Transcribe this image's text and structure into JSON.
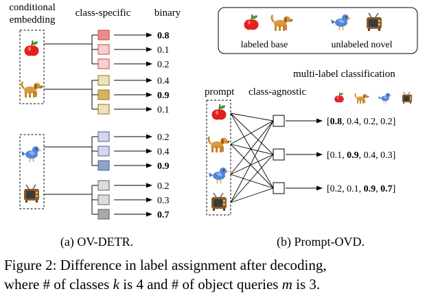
{
  "colors": {
    "red_box": "#ee8a8a",
    "red_edge": "#c04848",
    "gold_box": "#d6b458",
    "gold_edge": "#8e7420",
    "blue_box": "#8fa2c8",
    "blue_edge": "#4a5e8e",
    "gray_box": "#a8a8a8",
    "gray_edge": "#5e5e5e"
  },
  "icons": [
    "apple-icon",
    "dog-icon",
    "bird-icon",
    "tv-icon"
  ],
  "panel_a": {
    "heading_conditional": "conditional",
    "heading_embedding": "embedding",
    "heading_class_specific": "class-specific",
    "heading_binary": "binary",
    "groups": [
      {
        "icon": "apple-icon",
        "values": [
          "0.8",
          "0.1",
          "0.2"
        ],
        "bold": [
          true,
          false,
          false
        ]
      },
      {
        "icon": "dog-icon",
        "values": [
          "0.4",
          "0.9",
          "0.1"
        ],
        "bold": [
          false,
          true,
          false
        ]
      },
      {
        "icon": "bird-icon",
        "values": [
          "0.2",
          "0.4",
          "0.9"
        ],
        "bold": [
          false,
          false,
          true
        ]
      },
      {
        "icon": "tv-icon",
        "values": [
          "0.2",
          "0.3",
          "0.7"
        ],
        "bold": [
          false,
          false,
          true
        ]
      }
    ],
    "caption": "(a) OV-DETR."
  },
  "legend": {
    "labeled_base": "labeled base",
    "unlabeled_novel": "unlabeled novel"
  },
  "panel_b": {
    "heading_prompt": "prompt",
    "heading_class_agnostic": "class-agnostic",
    "heading_multilabel": "multi-label classification",
    "rows": [
      {
        "values": [
          "0.8",
          "0.4",
          "0.2",
          "0.2"
        ],
        "bold": [
          true,
          false,
          false,
          false
        ]
      },
      {
        "values": [
          "0.1",
          "0.9",
          "0.4",
          "0.3"
        ],
        "bold": [
          false,
          true,
          false,
          false
        ]
      },
      {
        "values": [
          "0.2",
          "0.1",
          "0.9",
          "0.7"
        ],
        "bold": [
          false,
          false,
          true,
          true
        ]
      }
    ],
    "caption": "(b) Prompt-OVD."
  },
  "figure_caption": {
    "line1_a": "Figure 2:  Difference in label assignment after decoding,",
    "line2_a": "where # of classes ",
    "var_k": "k",
    "line2_b": " is 4 and # of object queries ",
    "var_m": "m",
    "line2_c": " is 3."
  }
}
